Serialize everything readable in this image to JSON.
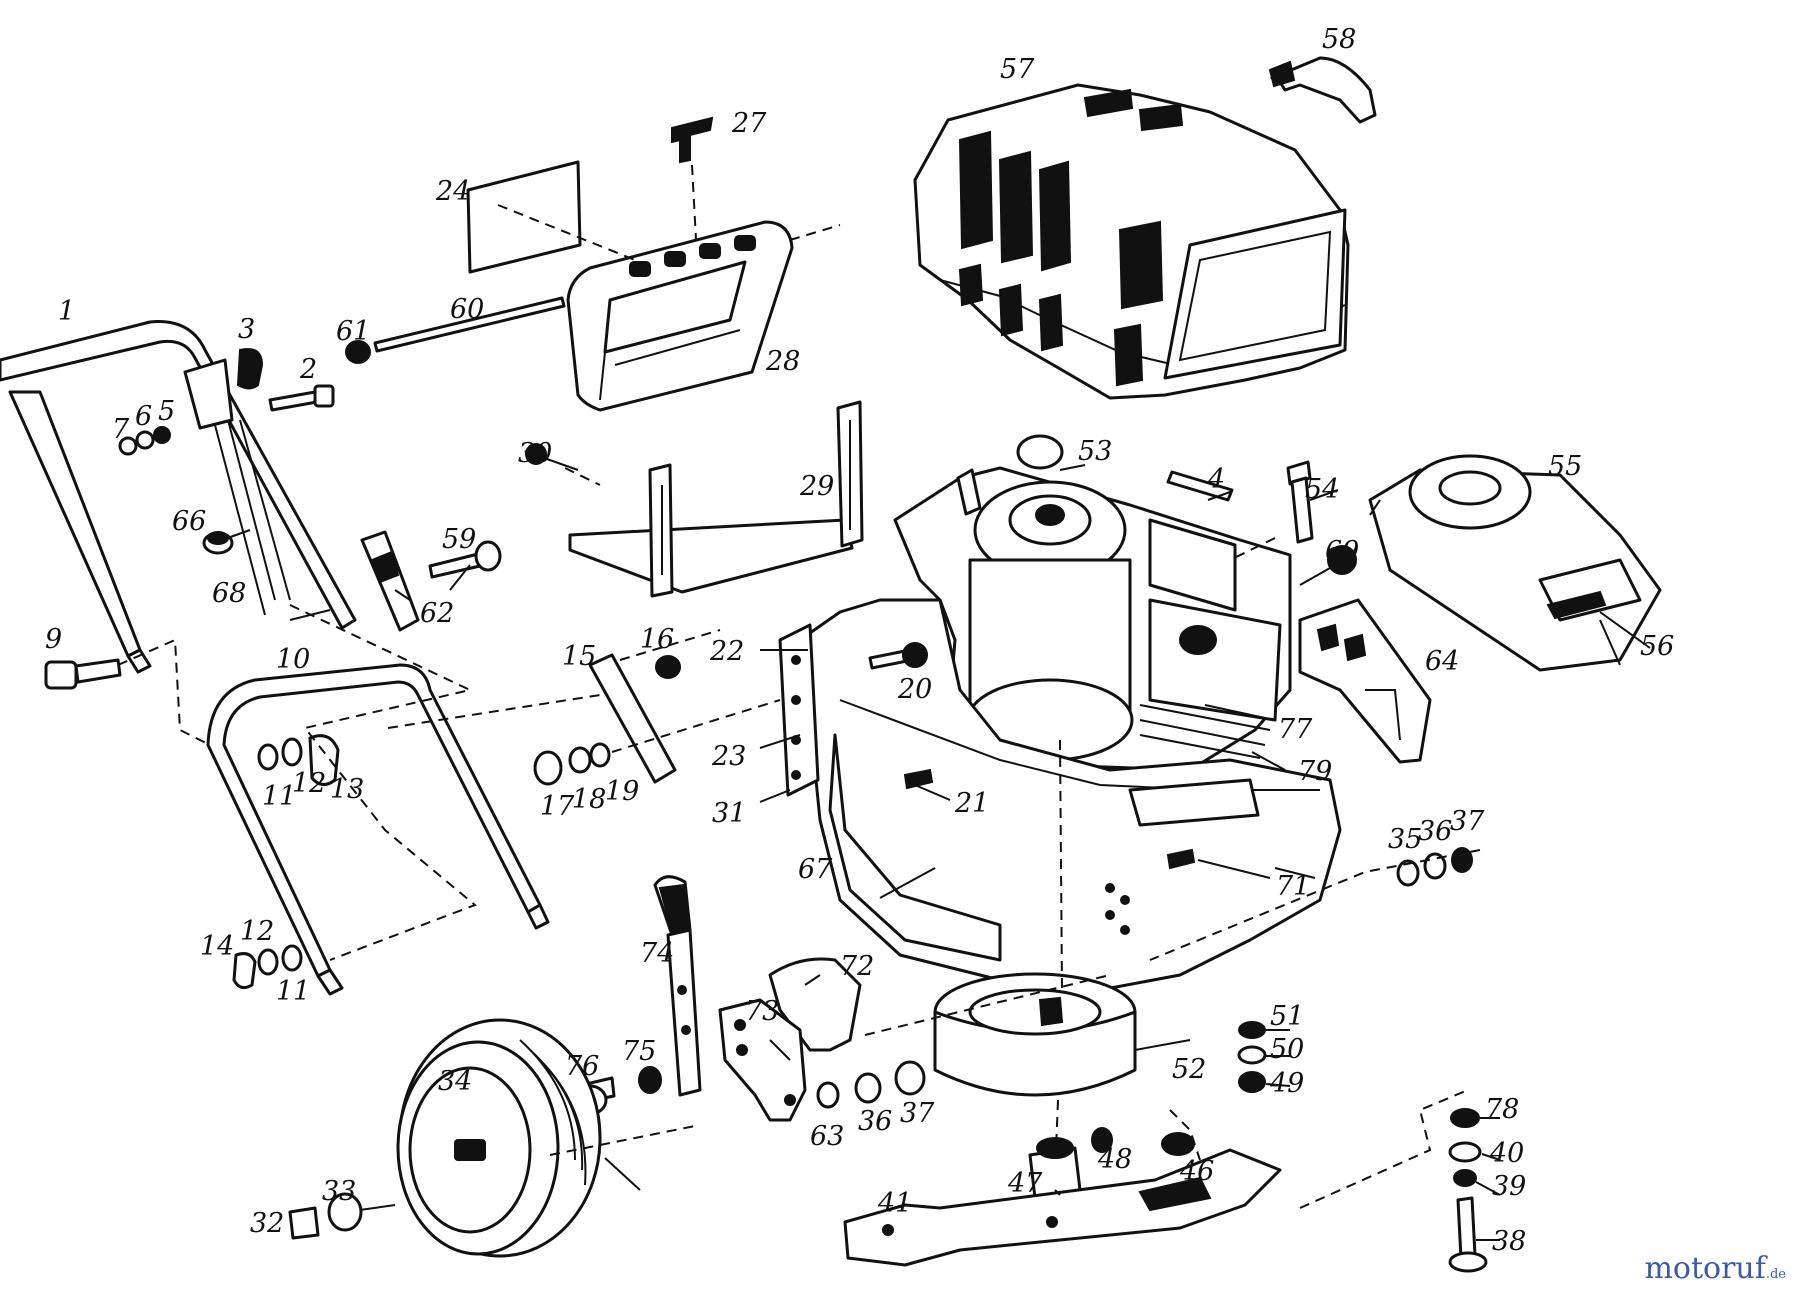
{
  "watermark": {
    "main": "motoruf",
    "suffix": ".de"
  },
  "labels": {
    "l1": "1",
    "l2": "2",
    "l3": "3",
    "l5": "5",
    "l6": "6",
    "l7": "7",
    "l9": "9",
    "l10": "10",
    "l11a": "11",
    "l11b": "11",
    "l12a": "12",
    "l12b": "12",
    "l13": "13",
    "l14": "14",
    "l15": "15",
    "l16": "16",
    "l17": "17",
    "l18": "18",
    "l19": "19",
    "l20": "20",
    "l21": "21",
    "l22": "22",
    "l23": "23",
    "l24": "24",
    "l27": "27",
    "l28": "28",
    "l29": "29",
    "l30": "30",
    "l31": "31",
    "l32": "32",
    "l33": "33",
    "l34": "34",
    "l35": "35",
    "l36a": "36",
    "l36b": "36",
    "l37a": "37",
    "l37b": "37",
    "l38": "38",
    "l39": "39",
    "l40": "40",
    "l41": "41",
    "l46": "46",
    "l47": "47",
    "l48": "48",
    "l49": "49",
    "l50": "50",
    "l51": "51",
    "l52": "52",
    "l53": "53",
    "l54": "54",
    "l55": "55",
    "l56": "56",
    "l57": "57",
    "l58": "58",
    "l59": "59",
    "l60": "60",
    "l61": "61",
    "l62": "62",
    "l63": "63",
    "l64": "64",
    "l66": "66",
    "l67": "67",
    "l68": "68",
    "l69": "69",
    "l71": "71",
    "l72": "72",
    "l73": "73",
    "l74": "74",
    "l75": "75",
    "l76": "76",
    "l77": "77",
    "l78": "78",
    "l79": "79",
    "l4": "4"
  },
  "colors": {
    "line": "#111111",
    "background": "#ffffff",
    "watermark_blue": "#3c5aa8",
    "watermark_orange": "#e07a2a"
  }
}
